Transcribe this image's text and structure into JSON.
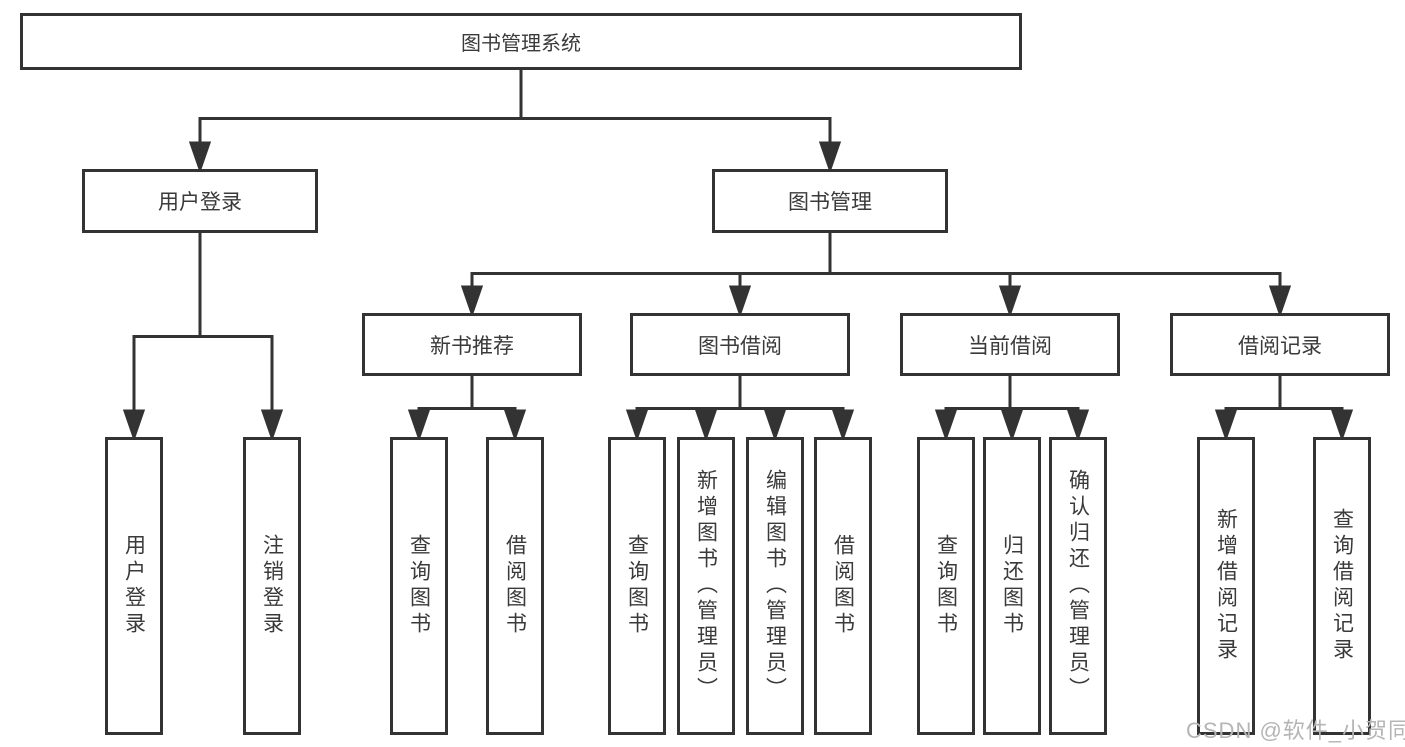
{
  "tree": {
    "root": "图书管理系统",
    "branches": [
      {
        "label": "用户登录",
        "children": [
          "用户登录",
          "注销登录"
        ]
      },
      {
        "label": "图书管理",
        "sections": [
          {
            "label": "新书推荐",
            "children": [
              "查询图书",
              "借阅图书"
            ]
          },
          {
            "label": "图书借阅",
            "children": [
              "查询图书",
              "新增图书（管理员）",
              "编辑图书（管理员）",
              "借阅图书"
            ]
          },
          {
            "label": "当前借阅",
            "children": [
              "查询图书",
              "归还图书",
              "确认归还（管理员）"
            ]
          },
          {
            "label": "借阅记录",
            "children": [
              "新增借阅记录",
              "查询借阅记录"
            ]
          }
        ]
      }
    ]
  },
  "watermark": "CSDN @软件_小贺同学",
  "colors": {
    "line": "#333333",
    "text": "#3a3a3a",
    "box_background": "#ffffff",
    "page_background": "#ffffff",
    "watermark": "#b5b5b5"
  }
}
